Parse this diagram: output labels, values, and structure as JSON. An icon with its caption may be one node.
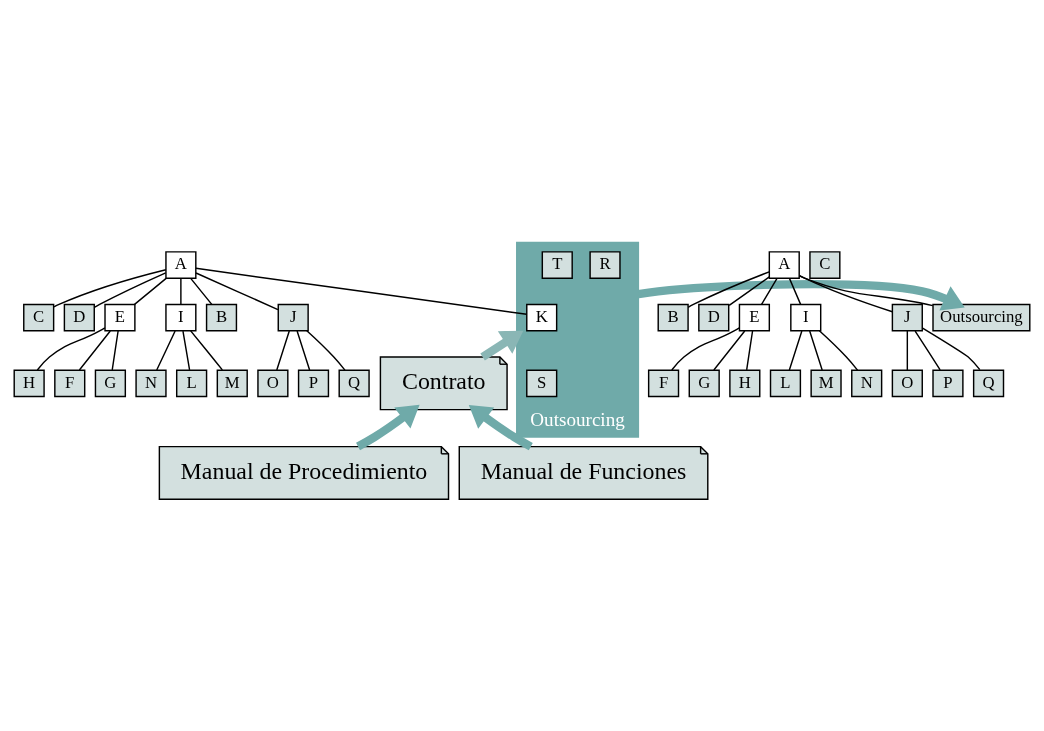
{
  "diagram": {
    "nodes": [
      {
        "text": [
          "A"
        ]
      },
      {
        "text": [
          "B"
        ]
      },
      {
        "text": [
          "C"
        ]
      },
      {
        "text": [
          "D"
        ]
      },
      {
        "text": [
          "E"
        ]
      },
      {
        "text": [
          "F"
        ]
      },
      {
        "text": [
          "G"
        ]
      },
      {
        "text": [
          "H"
        ]
      },
      {
        "text": [
          "I"
        ]
      },
      {
        "text": [
          "J"
        ]
      },
      {
        "text": [
          "Outsourcing"
        ]
      },
      {
        "text": [
          "K"
        ],
        "in": 10
      },
      {
        "text": [
          "L"
        ]
      },
      {
        "text": [
          "M"
        ]
      },
      {
        "text": [
          "N"
        ]
      },
      {
        "text": [
          "O"
        ]
      },
      {
        "text": [
          "P"
        ]
      },
      {
        "text": [
          "Q"
        ]
      },
      {
        "text": [
          "R"
        ],
        "in": 10
      },
      {
        "text": [
          "S"
        ],
        "in": 10
      },
      {
        "text": [
          "T"
        ],
        "in": 10
      },
      {
        "text": [
          "Contrato"
        ]
      },
      {
        "text": [
          "Manual de Procedimiento"
        ]
      },
      {
        "text": [
          "Manual de Funciones"
        ]
      },
      {
        "text": [
          "A"
        ]
      },
      {
        "text": [
          "B"
        ]
      },
      {
        "text": [
          "C"
        ]
      },
      {
        "text": [
          "D"
        ]
      },
      {
        "text": [
          "E"
        ]
      },
      {
        "text": [
          "F"
        ]
      },
      {
        "text": [
          "G"
        ]
      },
      {
        "text": [
          "H"
        ]
      },
      {
        "text": [
          "I"
        ]
      },
      {
        "text": [
          "J"
        ]
      },
      {
        "text": [
          "Outsourcing"
        ]
      },
      {
        "text": [
          "L"
        ]
      },
      {
        "text": [
          "M"
        ]
      },
      {
        "text": [
          "N"
        ]
      },
      {
        "text": [
          "O"
        ]
      },
      {
        "text": [
          "P"
        ]
      },
      {
        "text": [
          "Q"
        ]
      }
    ],
    "edges": [
      {
        "from": 0,
        "to": 1,
        "arrow": "none"
      },
      {
        "from": 0,
        "to": 2,
        "arrow": "none"
      },
      {
        "from": 0,
        "to": 3,
        "arrow": "none"
      },
      {
        "from": 0,
        "to": 4,
        "arrow": "none"
      },
      {
        "from": 4,
        "to": 5,
        "arrow": "none"
      },
      {
        "from": 4,
        "to": 6,
        "arrow": "none"
      },
      {
        "from": 4,
        "to": 7,
        "arrow": "none"
      },
      {
        "from": 0,
        "to": 8,
        "arrow": "none"
      },
      {
        "from": 0,
        "to": 9,
        "arrow": "none"
      },
      {
        "from": 0,
        "to": 11,
        "arrow": "none"
      },
      {
        "from": 8,
        "to": 12,
        "arrow": "none"
      },
      {
        "from": 8,
        "to": 13,
        "arrow": "none"
      },
      {
        "from": 8,
        "to": 14,
        "arrow": "none"
      },
      {
        "from": 9,
        "to": 15,
        "arrow": "none"
      },
      {
        "from": 9,
        "to": 16,
        "arrow": "none"
      },
      {
        "from": 9,
        "to": 17,
        "arrow": "none"
      },
      {
        "from": 21,
        "to": 10,
        "arrow": "to",
        "style": "thick",
        "color": "#8ab6b5"
      },
      {
        "from": 22,
        "to": 21,
        "arrow": "to",
        "style": "thick",
        "color": "#6faaa9"
      },
      {
        "from": 23,
        "to": 21,
        "arrow": "to",
        "style": "thick",
        "color": "#6faaa9"
      },
      {
        "from": 10,
        "to": 34,
        "arrow": "to",
        "style": "thick",
        "color": "#6faaa9"
      },
      {
        "from": 24,
        "to": 25,
        "arrow": "none"
      },
      {
        "from": 24,
        "to": 27,
        "arrow": "none"
      },
      {
        "from": 24,
        "to": 28,
        "arrow": "none"
      },
      {
        "from": 28,
        "to": 29,
        "arrow": "none"
      },
      {
        "from": 28,
        "to": 30,
        "arrow": "none"
      },
      {
        "from": 28,
        "to": 31,
        "arrow": "none"
      },
      {
        "from": 24,
        "to": 32,
        "arrow": "none"
      },
      {
        "from": 24,
        "to": 33,
        "arrow": "none"
      },
      {
        "from": 24,
        "to": 34,
        "arrow": "none"
      },
      {
        "from": 32,
        "to": 35,
        "arrow": "none"
      },
      {
        "from": 32,
        "to": 36,
        "arrow": "none"
      },
      {
        "from": 32,
        "to": 37,
        "arrow": "none"
      },
      {
        "from": 33,
        "to": 38,
        "arrow": "none"
      },
      {
        "from": 33,
        "to": 39,
        "arrow": "none"
      },
      {
        "from": 33,
        "to": 40,
        "arrow": "none"
      }
    ]
  }
}
